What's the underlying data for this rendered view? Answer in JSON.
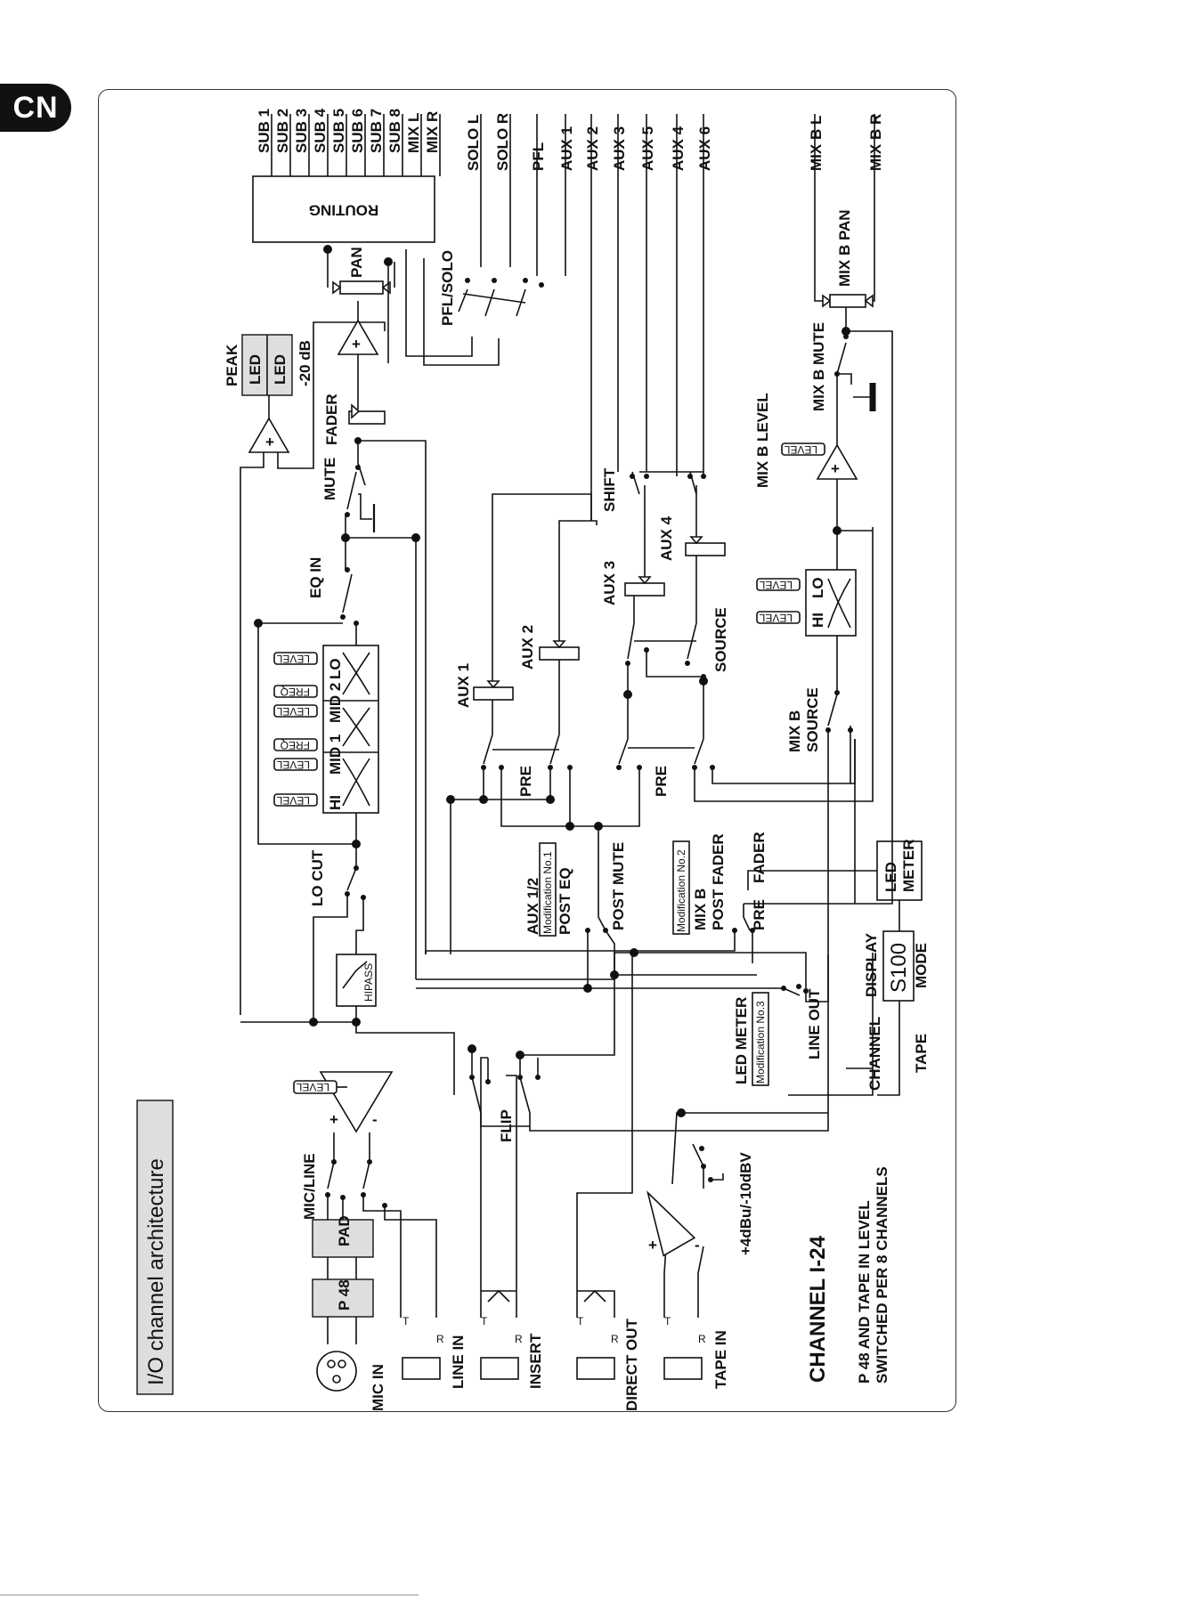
{
  "badge": "CN",
  "title": "I/O channel architecture",
  "labels": {
    "mic_in": "MIC IN",
    "line_in": "LINE IN",
    "insert": "INSERT",
    "direct_out": "DIRECT OUT",
    "tape_in": "TAPE IN",
    "p48": "P 48",
    "pad": "PAD",
    "mic_line": "MIC/LINE",
    "level": "LEVEL",
    "flip": "FLIP",
    "plus4": "+4dBu/-10dBV",
    "channel_name": "CHANNEL  I-24",
    "note_line1": "P 48 AND TAPE IN LEVEL",
    "note_line2": "SWITCHED PER 8 CHANNELS",
    "hipass": "HIPASS",
    "lo_cut": "LO CUT",
    "hi": "HI",
    "mid1": "MID 1",
    "mid2": "MID 2",
    "lo": "LO",
    "freq": "FREQ",
    "eq_in": "EQ IN",
    "mute": "MUTE",
    "fader": "FADER",
    "peak": "PEAK",
    "led": "LED",
    "minus20": "-20 dB",
    "pan": "PAN",
    "routing": "ROUTING",
    "pfl_solo": "PFL/SOLO",
    "aux1": "AUX 1",
    "aux2": "AUX 2",
    "aux3": "AUX 3",
    "aux4": "AUX 4",
    "pre": "PRE",
    "shift": "SHIFT",
    "source": "SOURCE",
    "aux12_post_eq_1": "AUX 1/2",
    "aux12_post_eq_2": "POST EQ",
    "mod1": "Modification No.1",
    "post_mute": "POST  MUTE",
    "mod2": "Modification No.2",
    "mixb": "MIX B",
    "post_fader": "POST  FADER",
    "pre_fader_pre": "PRE",
    "pre_fader_fader": "FADER",
    "led_meter": "LED METER",
    "mod3": "Modification No.3",
    "line_out": "LINE OUT",
    "channel": "CHANNEL",
    "tape": "TAPE",
    "display": "DISPLAY",
    "s100": "S100",
    "mode": "MODE",
    "led_meter_box1": "LED",
    "led_meter_box2": "METER",
    "mixb_source1": "MIX B",
    "mixb_source2": "SOURCE",
    "mixb_level": "MIX B  LEVEL",
    "mixb_mute": "MIX B  MUTE",
    "mixb_pan": "MIX B  PAN"
  },
  "bus_labels": [
    "SUB 1",
    "SUB 2",
    "SUB 3",
    "SUB 4",
    "SUB 5",
    "SUB 6",
    "SUB 7",
    "SUB 8",
    "MIX L",
    "MIX R"
  ],
  "right_buses": [
    "SOLO L",
    "SOLO R",
    "PFL",
    "AUX 1",
    "AUX 2",
    "AUX 3",
    "AUX 5",
    "AUX 4",
    "AUX 6",
    "MIX B  L",
    "MIX B  R"
  ]
}
